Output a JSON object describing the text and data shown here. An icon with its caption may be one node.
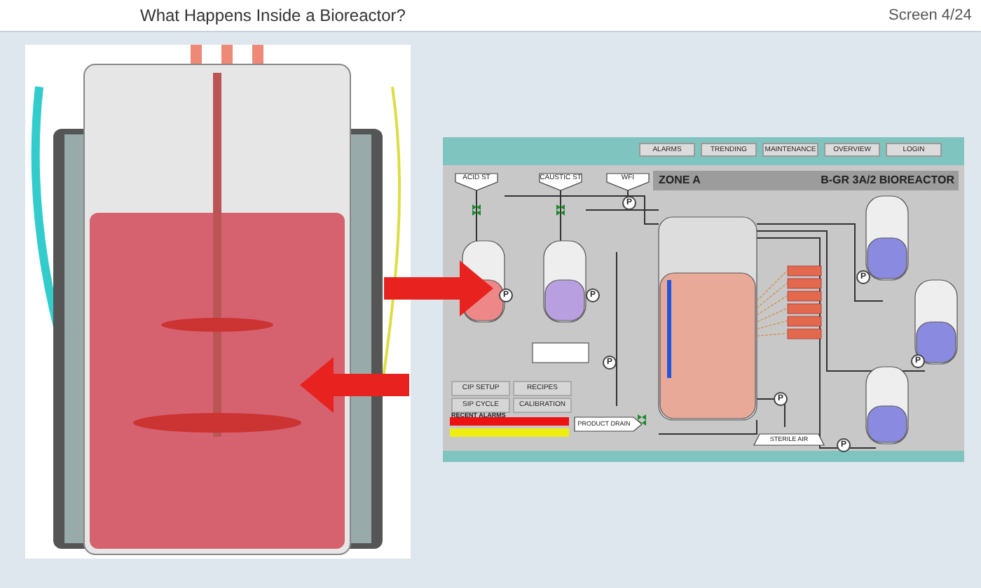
{
  "diagram": {
    "title": "What Happens Inside a Bioreactor?",
    "labels": [
      "Screen 4/24",
      "ALARMS",
      "TRENDING",
      "MAINTENANCE",
      "OVERVIEW",
      "LOGIN",
      "ACID ST",
      "CAUSTIC ST",
      "WFI",
      "ZONE A",
      "B-GR 3A/2 BIOREACTOR",
      "P",
      "P",
      "P",
      "P",
      "P",
      "P",
      "P",
      "P",
      "CIP SETUP",
      "RECIPES",
      "SIP CYCLE",
      "CALIBRATION",
      "RECENT ALARMS",
      "PRODUCT DRAIN",
      "STERILE AIR"
    ]
  }
}
